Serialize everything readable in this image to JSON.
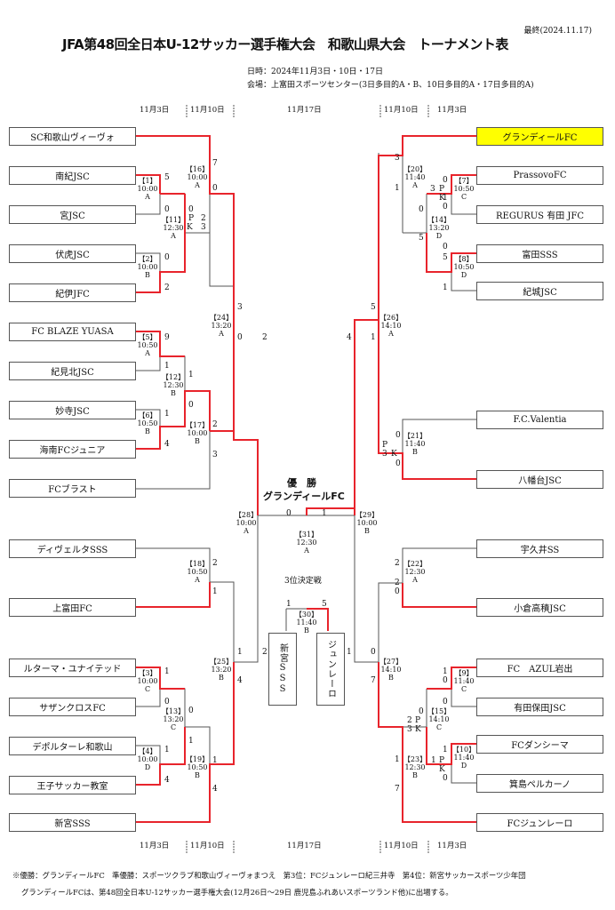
{
  "header": {
    "updated": "最終(2024.11.17)",
    "title": "JFA第48回全日本U-12サッカー選手権大会　和歌山県大会　トーナメント表",
    "dates": "日時：2024年11月3日・10日・17日",
    "venue": "会場：上富田スポーツセンター(3日多目的A・B、10日多目的A・17日多目的A)"
  },
  "day_headers": {
    "top": {
      "l1": "11月3日",
      "l2": "11月10日",
      "c": "11月17日",
      "r2": "11月10日",
      "r1": "11月3日"
    },
    "bottom": {
      "l1": "11月3日",
      "l2": "11月10日",
      "c": "11月17日",
      "r2": "11月10日",
      "r1": "11月3日"
    }
  },
  "teams_left": [
    "SC和歌山ヴィーヴォ",
    "南紀JSC",
    "宮JSC",
    "伏虎JSC",
    "紀伊JFC",
    "FC BLAZE YUASA",
    "紀見北JSC",
    "妙寺JSC",
    "海南FCジュニア",
    "FCブラスト",
    "ディヴェルタSSS",
    "上富田FC",
    "ルターマ・ユナイテッド",
    "サザンクロスFC",
    "デポルターレ和歌山",
    "王子サッカー教室",
    "新宮SSS"
  ],
  "teams_right": [
    "グランディールFC",
    "PrassovoFC",
    "REGURUS 有田 JFC",
    "富田SSS",
    "紀城JSC",
    "F.C.Valentia",
    "八幡台JSC",
    "宇久井SS",
    "小倉高積JSC",
    "FC　AZUL岩出",
    "有田保田JSC",
    "FCダンシーマ",
    "箕島ペルカーノ",
    "FCジュンレーロ"
  ],
  "matches": {
    "m1": {
      "no": "【1】",
      "time": "10:00",
      "field": "A"
    },
    "m2": {
      "no": "【2】",
      "time": "10:00",
      "field": "B"
    },
    "m3": {
      "no": "【3】",
      "time": "10:00",
      "field": "C"
    },
    "m4": {
      "no": "【4】",
      "time": "10:00",
      "field": "D"
    },
    "m5": {
      "no": "【5】",
      "time": "10:50",
      "field": "A"
    },
    "m6": {
      "no": "【6】",
      "time": "10:50",
      "field": "B"
    },
    "m7": {
      "no": "【7】",
      "time": "10:50",
      "field": "C"
    },
    "m8": {
      "no": "【8】",
      "time": "10:50",
      "field": "D"
    },
    "m9": {
      "no": "【9】",
      "time": "11:40",
      "field": "C"
    },
    "m10": {
      "no": "【10】",
      "time": "11:40",
      "field": "D"
    },
    "m11": {
      "no": "【11】",
      "time": "12:30",
      "field": "A"
    },
    "m12": {
      "no": "【12】",
      "time": "12:30",
      "field": "B"
    },
    "m13": {
      "no": "【13】",
      "time": "13:20",
      "field": "C"
    },
    "m14": {
      "no": "【14】",
      "time": "13:20",
      "field": "D"
    },
    "m15": {
      "no": "【15】",
      "time": "14:10",
      "field": "C"
    },
    "m16": {
      "no": "【16】",
      "time": "10:00",
      "field": "A"
    },
    "m17": {
      "no": "【17】",
      "time": "10:00",
      "field": "B"
    },
    "m18": {
      "no": "【18】",
      "time": "10:50",
      "field": "A"
    },
    "m19": {
      "no": "【19】",
      "time": "10:50",
      "field": "B"
    },
    "m20": {
      "no": "【20】",
      "time": "11:40",
      "field": "A"
    },
    "m21": {
      "no": "【21】",
      "time": "11:40",
      "field": "B"
    },
    "m22": {
      "no": "【22】",
      "time": "12:30",
      "field": "A"
    },
    "m23": {
      "no": "【23】",
      "time": "12:30",
      "field": "B"
    },
    "m24": {
      "no": "【24】",
      "time": "13:20",
      "field": "A"
    },
    "m25": {
      "no": "【25】",
      "time": "13:20",
      "field": "B"
    },
    "m26": {
      "no": "【26】",
      "time": "14:10",
      "field": "A"
    },
    "m27": {
      "no": "【27】",
      "time": "14:10",
      "field": "B"
    },
    "m28": {
      "no": "【28】",
      "time": "10:00",
      "field": "A"
    },
    "m29": {
      "no": "【29】",
      "time": "10:00",
      "field": "B"
    },
    "m30": {
      "no": "【30】",
      "time": "11:40",
      "field": "B"
    },
    "m31": {
      "no": "【31】",
      "time": "12:30",
      "field": "A"
    }
  },
  "scores": [
    "7",
    "0",
    "5",
    "0",
    "0",
    "P",
    "2",
    "K",
    "3",
    "0",
    "2",
    "3",
    "0",
    "2",
    "9",
    "1",
    "1",
    "0",
    "1",
    "4",
    "2",
    "3",
    "2",
    "1",
    "0",
    "1",
    "1",
    "0",
    "0",
    "1",
    "1",
    "2",
    "4",
    "1",
    "4",
    "4",
    "1",
    "1",
    "5",
    "1",
    "3",
    "P",
    "K",
    "0",
    "0",
    "1",
    "0",
    "5",
    "0",
    "5",
    "1",
    "5",
    "4",
    "1",
    "P",
    "3",
    "K",
    "0",
    "0",
    "3",
    "2",
    "0",
    "1",
    "3",
    "P",
    "K",
    "0",
    "2",
    "1",
    "P",
    "K",
    "0",
    "0",
    "1",
    "7",
    "7",
    "0",
    "1",
    "2",
    "0",
    "1"
  ],
  "center": {
    "champion_label": "優　勝",
    "champion": "グランディールFC",
    "third_place": "3位決定戦",
    "third_left": "新宮SSS",
    "third_right": "ジュンレーロ"
  },
  "footer": {
    "line1": "※優勝：グランディールFC　準優勝：スポーツクラブ和歌山ヴィーヴォまつえ　第3位：FCジュンレーロ紀三井寺　第4位：新宮サッカースポーツ少年団",
    "line2": "グランディールFCは、第48回全日本U-12サッカー選手権大会(12月26日～29日 鹿児島ふれあいスポーツランド他)に出場する。"
  },
  "colors": {
    "win": "#e8242c",
    "line": "#555555",
    "highlight": "#ffff00"
  }
}
